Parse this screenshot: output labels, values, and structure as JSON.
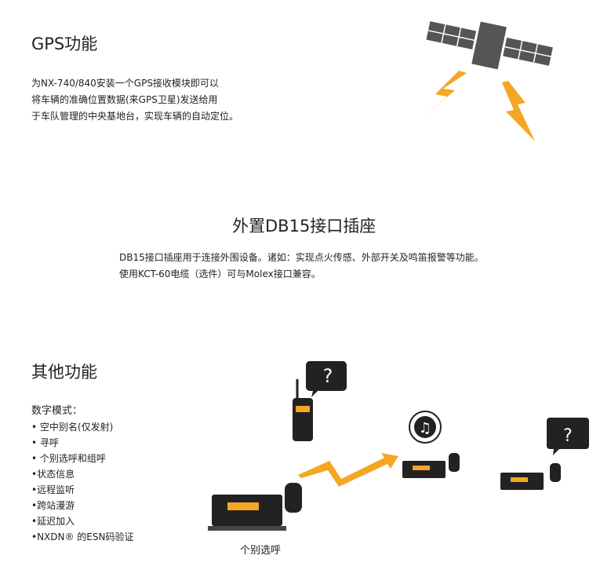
{
  "gps": {
    "title": "GPS功能",
    "lines": [
      "为NX-740/840安装一个GPS接收模块即可以",
      "将车辆的准确位置数据(来GPS卫星)发送给用",
      "于车队管理的中央基地台，实现车辆的自动定位。"
    ]
  },
  "db15": {
    "title": "外置DB15接口插座",
    "lines": [
      "DB15接口插座用于连接外围设备。诸如：实现点火传感、外部开关及鸣笛报警等功能。",
      "使用KCT-60电缆（选件）可与Molex接口兼容。"
    ]
  },
  "other": {
    "title": "其他功能",
    "subtitle": "数字模式：",
    "items": [
      "• 空中别名(仅发射)",
      "• 寻呼",
      "• 个别选呼和组呼",
      "•状态信息",
      "•远程监听",
      "•跨站漫游",
      "•延迟加入",
      "•NXDN® 的ESN码验证"
    ],
    "caption": "个别选呼",
    "bubble_mark": "?"
  },
  "colors": {
    "accent": "#f5a623",
    "dark": "#333333"
  }
}
